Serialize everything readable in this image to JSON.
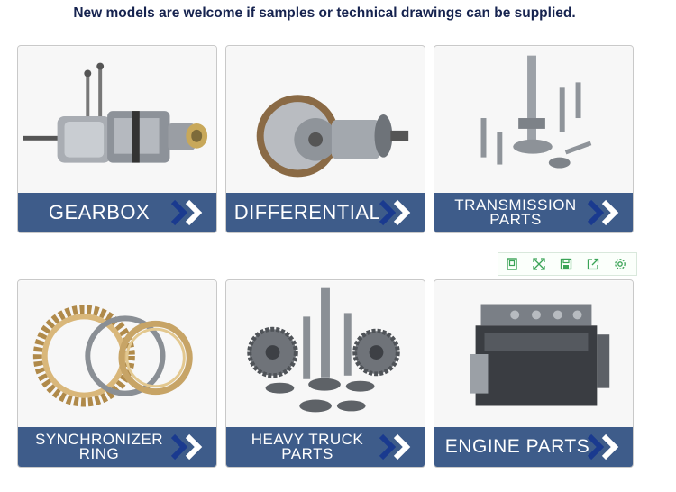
{
  "headline": "New models are welcome if samples or technical drawings can be supplied.",
  "products": [
    {
      "label": "GEARBOX",
      "icon": "gearbox-image"
    },
    {
      "label": "DIFFERENTIAL",
      "icon": "differential-image"
    },
    {
      "label_lines": [
        "TRANSMISSION",
        "PARTS"
      ],
      "icon": "transmission-shafts-image"
    },
    {
      "label_lines": [
        "SYNCHRONIZER",
        "RING"
      ],
      "icon": "synchronizer-rings-image"
    },
    {
      "label_lines": [
        "HEAVY TRUCK",
        "PARTS"
      ],
      "icon": "truck-gears-image"
    },
    {
      "label": "ENGINE PARTS",
      "icon": "engine-block-image"
    }
  ],
  "toolbar_icons": [
    "bookmark-icon",
    "expand-icon",
    "save-icon",
    "share-icon",
    "settings-icon"
  ],
  "colors": {
    "banner": "#3e5c8a",
    "chevron": "#1a3a8f",
    "headline": "#16234f",
    "toolbar": "#3aa356"
  }
}
